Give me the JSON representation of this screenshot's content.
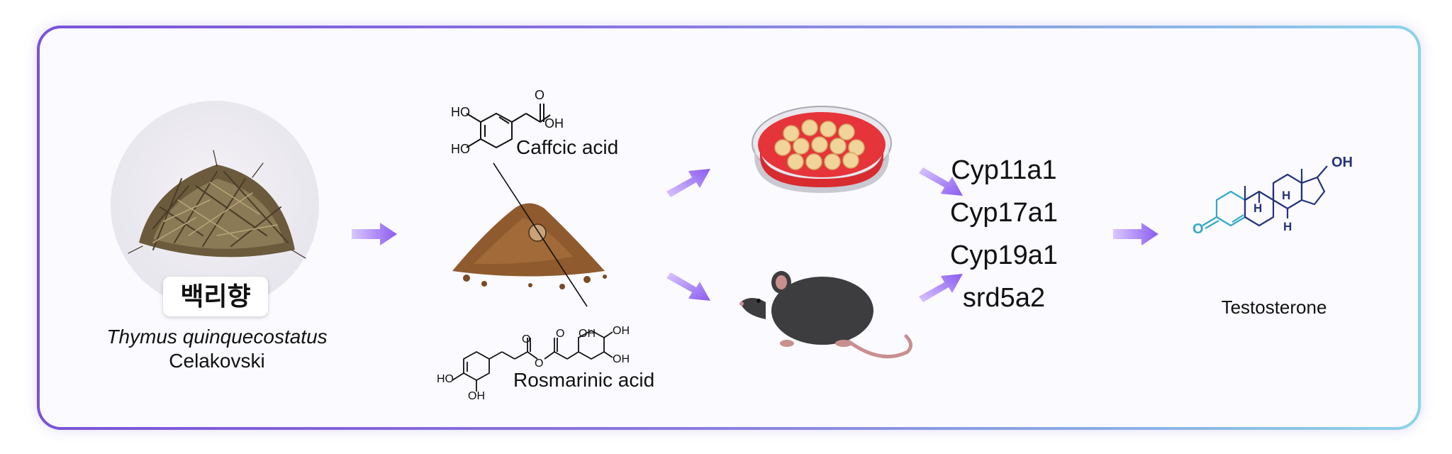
{
  "herb": {
    "korean_name": "백리향",
    "scientific_name": "Thymus quinquecostatus",
    "authority": "Celakovski"
  },
  "compounds": {
    "caffeic": {
      "name": "Caffcic acid",
      "oh_1": "HO",
      "oh_2": "HO",
      "oh_3": "OH",
      "o": "O"
    },
    "rosmarinic": {
      "name": "Rosmarinic acid",
      "oh_1": "HO",
      "oh_2": "OH",
      "oh_3": "OH",
      "oh_4": "OH",
      "oh_5": "OH",
      "o_1": "O",
      "o_2": "O",
      "o_3": "O"
    }
  },
  "genes": [
    "Cyp11a1",
    "Cyp17a1",
    "Cyp19a1",
    "srd5a2"
  ],
  "product": {
    "name": "Testosterone",
    "oh": "OH",
    "o": "O",
    "h1": "H",
    "h2": "H",
    "h3": "H"
  },
  "colors": {
    "frame_start": "#7a52d8",
    "frame_end": "#8bd3e8",
    "arrow": "#8b5cf0",
    "steroid": "#23327a",
    "steroid_ring_a": "#34a9c6"
  }
}
